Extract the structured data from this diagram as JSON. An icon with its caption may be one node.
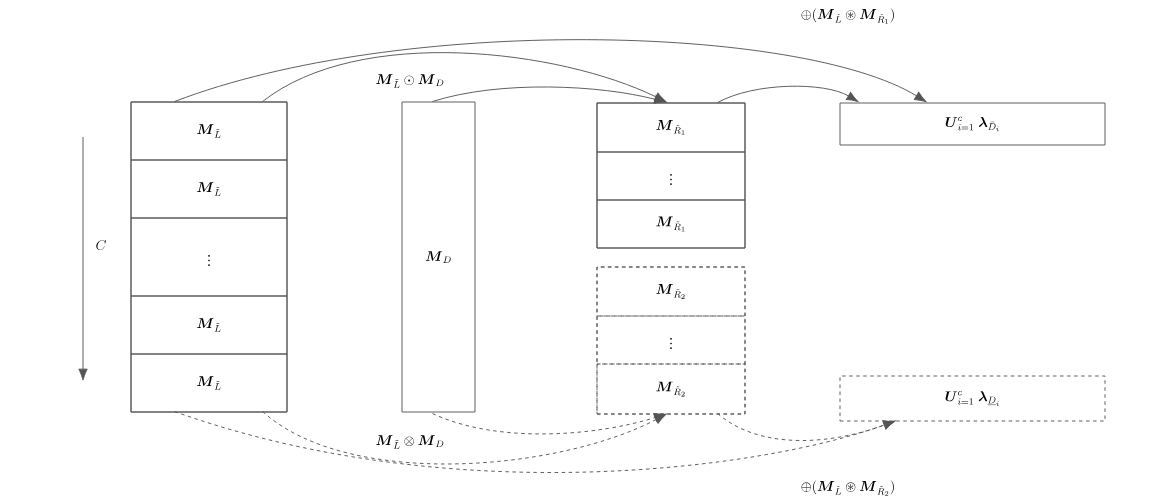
{
  "diagram": {
    "nodes": [
      {
        "text": [],
        "shape": "box"
      },
      {
        "text": [
          "\\boldsymbol{M}_{\\tilde{L}}"
        ],
        "in": 0
      },
      {
        "text": [
          "\\boldsymbol{M}_{\\tilde{L}}"
        ],
        "in": 0
      },
      {
        "text": [
          "\\vdots"
        ],
        "in": 0
      },
      {
        "text": [
          "\\boldsymbol{M}_{\\tilde{L}}"
        ],
        "in": 0
      },
      {
        "text": [
          "\\boldsymbol{M}_{\\tilde{L}}"
        ],
        "in": 0
      },
      {
        "text": [
          "\\boldsymbol{M}_{D}"
        ]
      },
      {
        "text": [],
        "shape": "box"
      },
      {
        "text": [
          "\\boldsymbol{M}_{\\tilde{R}_1}"
        ],
        "in": 7
      },
      {
        "text": [
          "\\vdots"
        ],
        "in": 7
      },
      {
        "text": [
          "\\boldsymbol{M}_{\\tilde{R}_1}"
        ],
        "in": 7
      },
      {
        "text": [
          "\\boldsymbol{U}^{c}_{i=1}\\;\\boldsymbol{\\lambda}_{\\bar{D}_i}"
        ]
      },
      {
        "text": [],
        "shape": "box"
      },
      {
        "text": [
          "\\boldsymbol{M}_{\\tilde{R}_2}"
        ],
        "in": 12
      },
      {
        "text": [
          "\\vdots"
        ],
        "in": 12
      },
      {
        "text": [
          "\\boldsymbol{M}_{\\tilde{R}_2}"
        ],
        "in": 12
      },
      {
        "text": [
          "\\boldsymbol{U}^{c}_{i=1}\\;\\boldsymbol{\\lambda}_{\\underline{D}_i}"
        ]
      }
    ],
    "edges": [
      {
        "from": 0,
        "to": 11,
        "arrow": "to",
        "label": "\\oplus(\\boldsymbol{M}_{\\tilde{L}}\\circledast\\boldsymbol{M}_{\\tilde{R}_1})"
      },
      {
        "from": 0,
        "to": 7,
        "arrow": "to"
      },
      {
        "from": 6,
        "to": 7,
        "arrow": "to",
        "label": "\\boldsymbol{M}_{\\tilde{L}}\\odot\\boldsymbol{M}_{D}"
      },
      {
        "from": 7,
        "to": 11,
        "arrow": "to"
      },
      {
        "from": 0,
        "to": 16,
        "arrow": "to",
        "style": "dashed",
        "label": "\\oplus(\\boldsymbol{M}_{\\tilde{L}}\\circledast\\boldsymbol{M}_{\\tilde{R}_2})"
      },
      {
        "from": 0,
        "to": 12,
        "arrow": "to",
        "style": "dashed",
        "label": "\\boldsymbol{M}_{\\tilde{L}}\\otimes\\boldsymbol{M}_{D}"
      },
      {
        "from": 6,
        "to": 12,
        "arrow": "to",
        "style": "dashed"
      },
      {
        "from": 12,
        "to": 16,
        "arrow": "to",
        "style": "dashed"
      }
    ],
    "labels": [
      "C"
    ]
  }
}
